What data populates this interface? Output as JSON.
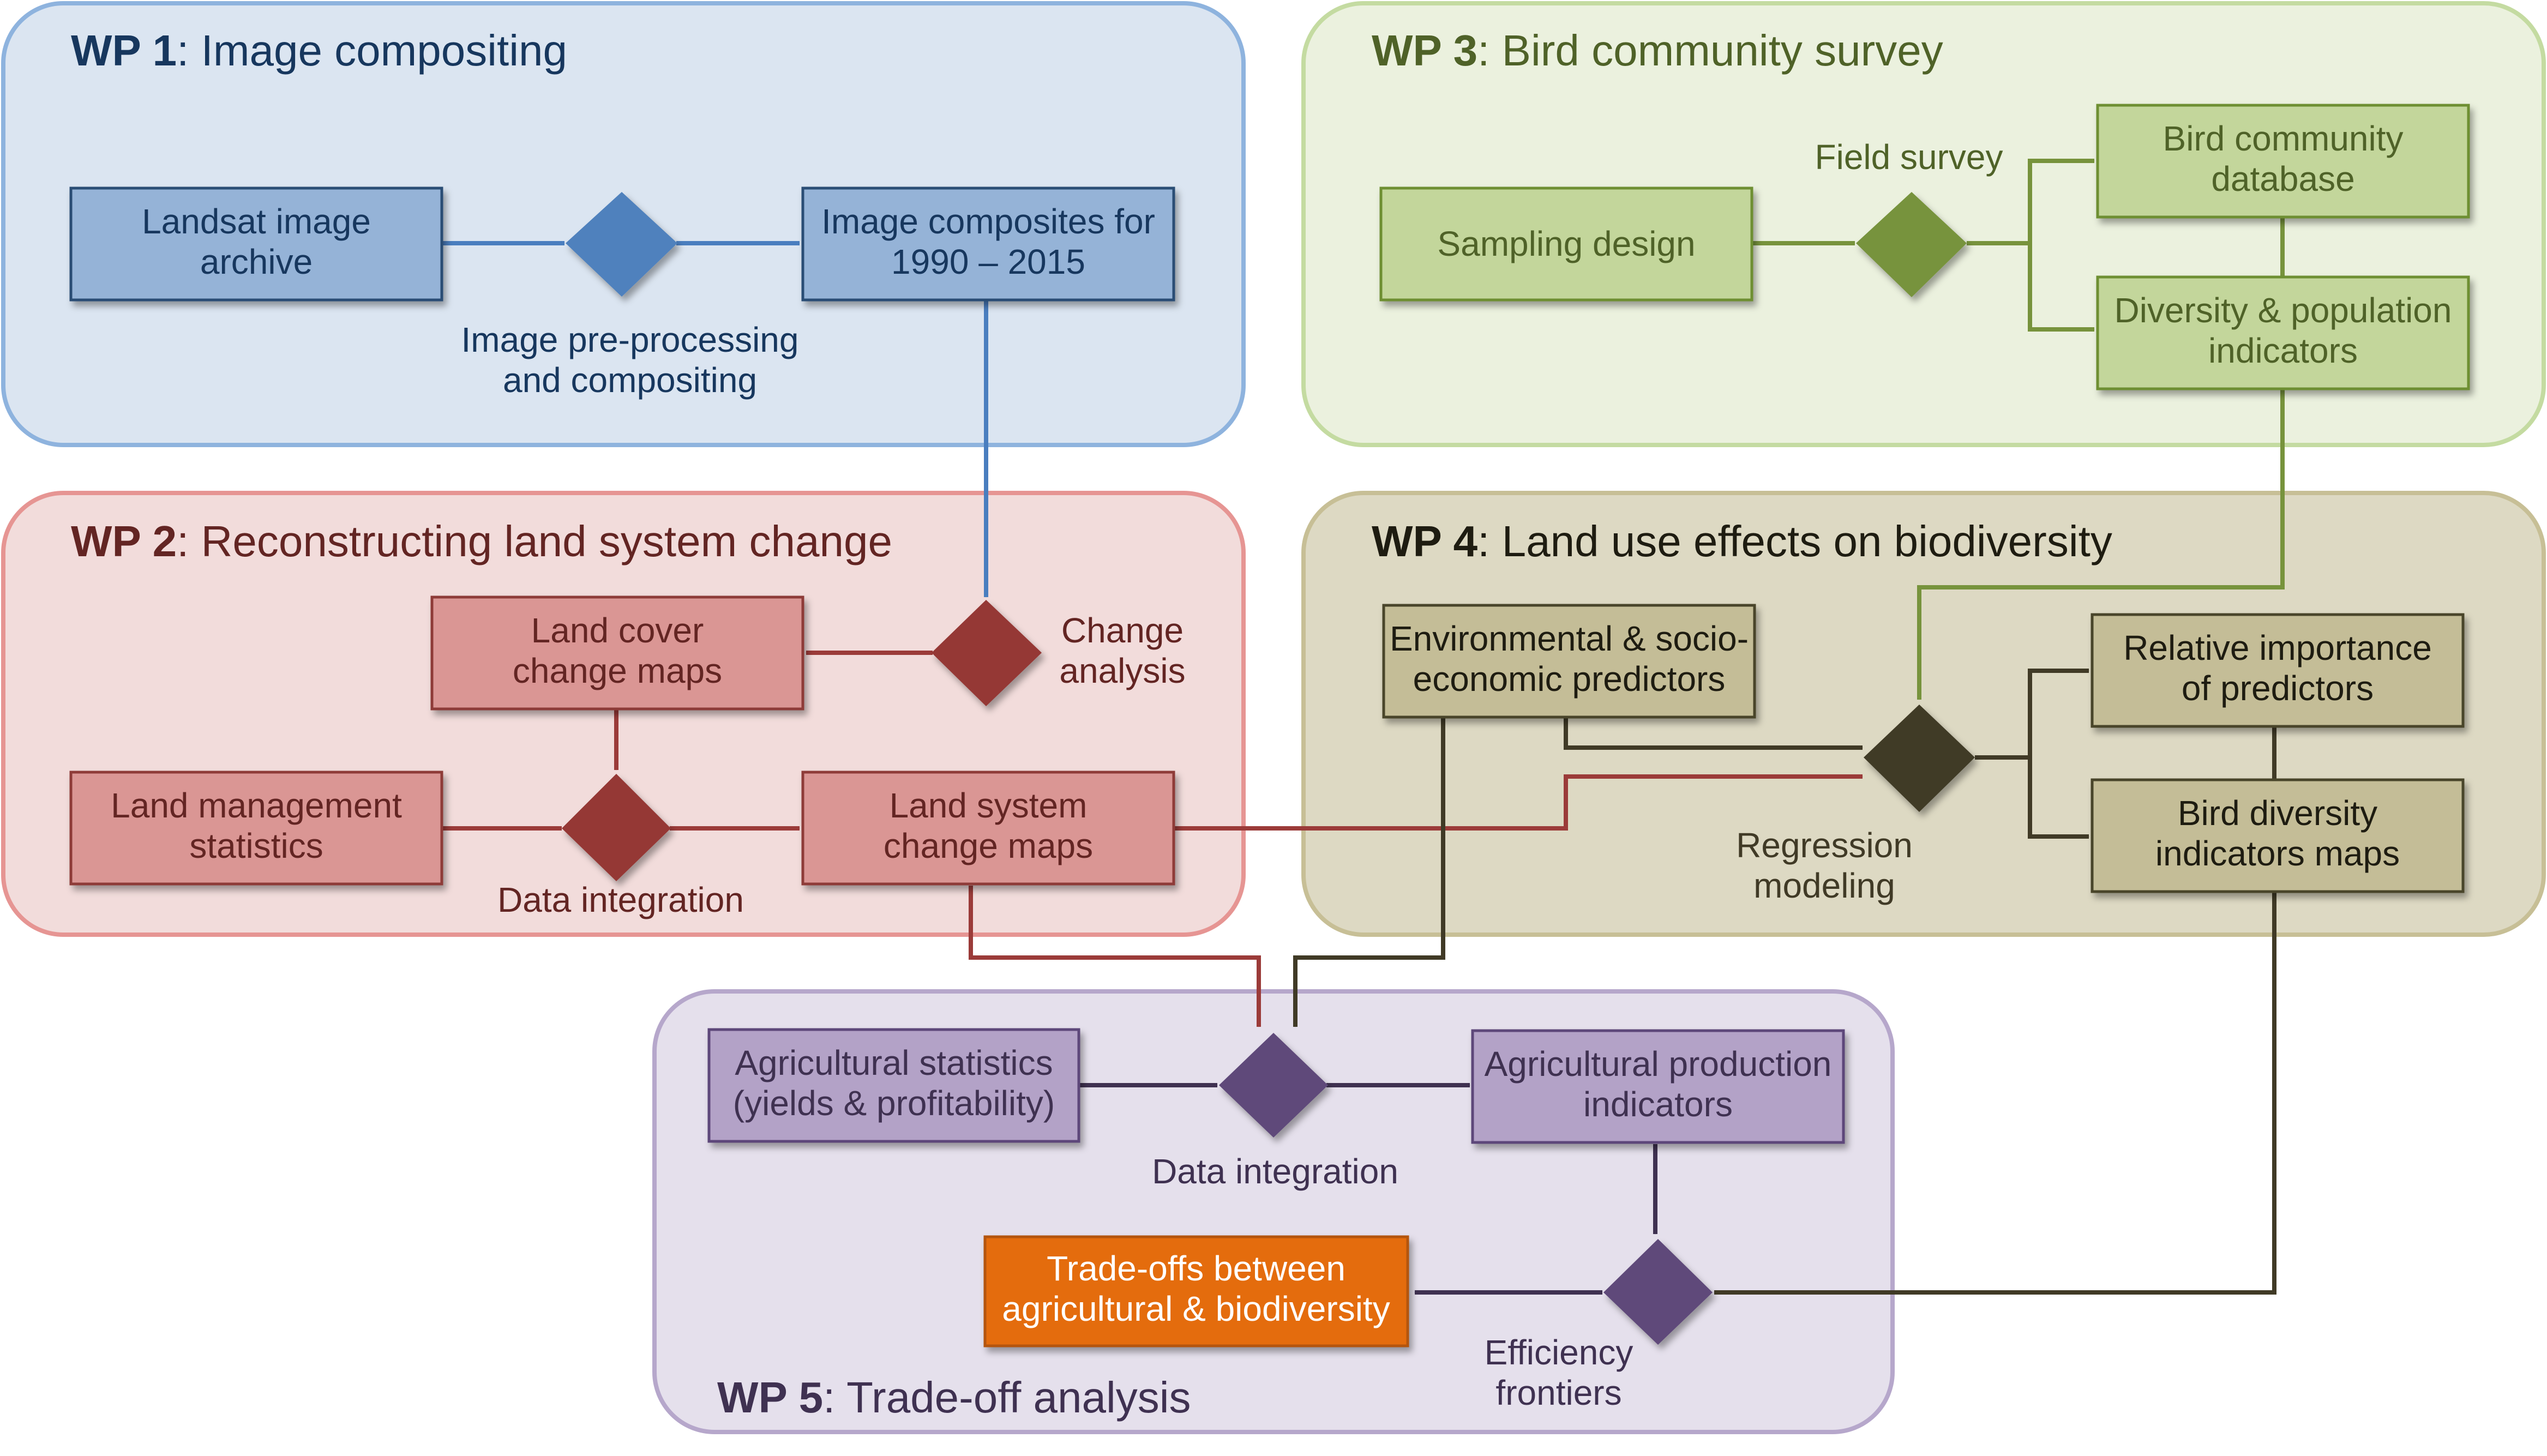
{
  "colors": {
    "wp1_bg": "#dbe5f1",
    "wp1_border": "#8eb3de",
    "wp1_box": "#95b3d7",
    "wp1_box_border": "#2c4d75",
    "wp1_node": "#4f81bd",
    "wp1_text": "#17375e",
    "wp1_arrow": "#4a7ebf",
    "wp2_bg": "#f2dcdb",
    "wp2_border": "#e69593",
    "wp2_box": "#da9694",
    "wp2_box_border": "#8e3a38",
    "wp2_node": "#953735",
    "wp2_text": "#632523",
    "wp2_arrow": "#9b3b39",
    "wp3_bg": "#ebf1de",
    "wp3_border": "#c4dba1",
    "wp3_box": "#c3d69b",
    "wp3_box_border": "#6e8f31",
    "wp3_node": "#77933c",
    "wp3_text": "#4f6228",
    "wp3_arrow": "#77933c",
    "wp4_bg": "#ddd9c3",
    "wp4_border": "#c7bf96",
    "wp4_box": "#c4bd97",
    "wp4_box_border": "#494429",
    "wp4_node": "#403a26",
    "wp4_text": "#1e1c11",
    "wp4_arrow": "#403a26",
    "wp5_bg": "#e5e0ec",
    "wp5_border": "#b6a7cb",
    "wp5_box": "#b3a2c7",
    "wp5_box_border": "#5d477a",
    "wp5_node": "#5f497a",
    "wp5_text": "#3f3151",
    "wp5_arrow": "#3f3151",
    "highlight_box": "#e46c0a",
    "highlight_text": "#ffffff"
  },
  "wp1": {
    "num": "WP 1",
    "title": ": Image compositing",
    "box_landsat": [
      "Landsat image",
      "archive"
    ],
    "box_composites": [
      "Image composites for",
      "1990 – 2015"
    ],
    "label_preprocessing": [
      "Image pre-processing",
      "and compositing"
    ]
  },
  "wp2": {
    "num": "WP 2",
    "title": ": Reconstructing  land system  change",
    "box_landcover": [
      "Land cover",
      "change maps"
    ],
    "box_landmgmt": [
      "Land management",
      "statistics"
    ],
    "box_landsystem": [
      "Land system",
      "change maps"
    ],
    "label_change": [
      "Change",
      "analysis"
    ],
    "label_integration": [
      "Data integration"
    ]
  },
  "wp3": {
    "num": "WP 3",
    "title": ": Bird community  survey",
    "box_sampling": [
      "Sampling design"
    ],
    "box_database": [
      "Bird community",
      "database"
    ],
    "box_diversity": [
      "Diversity & population",
      "indicators"
    ],
    "label_field": [
      "Field survey"
    ]
  },
  "wp4": {
    "num": "WP 4",
    "title": ": Land use effects on biodiversity",
    "box_predictors": [
      "Environmental & socio-",
      "economic predictors"
    ],
    "box_importance": [
      "Relative importance",
      "of predictors"
    ],
    "box_birdmaps": [
      "Bird diversity",
      "indicators maps"
    ],
    "label_regression": [
      "Regression",
      "modeling"
    ]
  },
  "wp5": {
    "num": "WP 5",
    "title": ": Trade-off analysis",
    "box_agstats": [
      "Agricultural statistics",
      "(yields & profitability)"
    ],
    "box_agprod": [
      "Agricultural production",
      "indicators"
    ],
    "box_tradeoffs": [
      "Trade-offs between",
      "agricultural & biodiversity"
    ],
    "label_integration": [
      "Data integration"
    ],
    "label_frontiers": [
      "Efficiency",
      "frontiers"
    ]
  }
}
